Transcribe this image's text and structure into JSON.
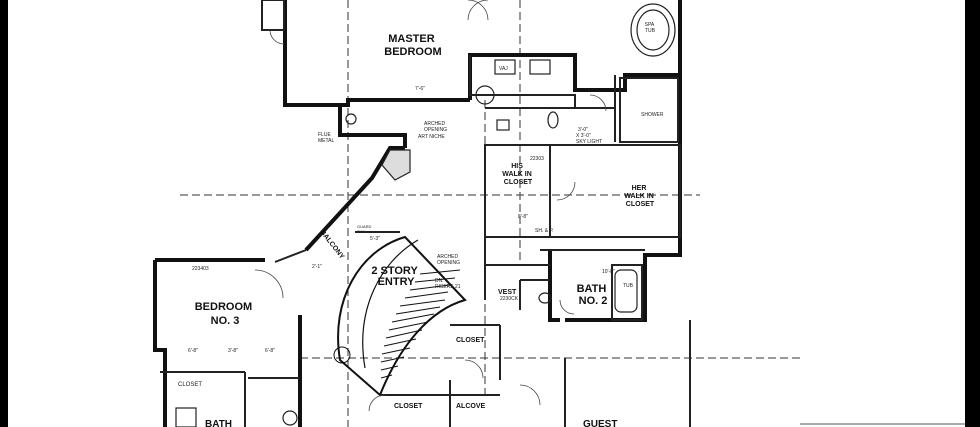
{
  "rooms": {
    "master_bedroom": [
      "MASTER",
      "BEDROOM"
    ],
    "bedroom3": [
      "BEDROOM",
      "NO. 3"
    ],
    "two_story_entry": [
      "2 STORY",
      "ENTRY"
    ],
    "bath2": [
      "BATH",
      "NO. 2"
    ],
    "his_closet": [
      "HIS",
      "WALK IN",
      "CLOSET"
    ],
    "her_closet": [
      "HER",
      "WALK IN",
      "CLOSET"
    ],
    "vest": "VEST",
    "closet_a": "CLOSET",
    "closet_b": "CLOSET",
    "closet_c": "CLOSET",
    "alcove": "ALCOVE",
    "bath_bottom": "BATH",
    "guest": "GUEST",
    "balcony": "BALCONY"
  },
  "notes": {
    "spa_tub": [
      "SPA",
      "TUB"
    ],
    "shower": "SHOWER",
    "sky_light": [
      "3'-0\"",
      "X 3'-0\"",
      "SKY LIGHT"
    ],
    "arched_opening_top": [
      "ARCHED",
      "OPENING"
    ],
    "art_niche": "ART NICHE",
    "arched_opening_mid": [
      "ARCHED",
      "OPENING"
    ],
    "flue_metal": [
      "FLUE",
      "METAL"
    ],
    "guard_rail": [
      "GUARD",
      "RAIL"
    ],
    "risers": [
      "DN.",
      "RISERS 21"
    ],
    "sh_p": "SH. & P.",
    "vaj": "VAJ",
    "tub": "TUB",
    "door_codes": [
      "22303",
      "2230CK",
      "223403"
    ]
  },
  "dims": [
    "6'-8\"",
    "3'-8\"",
    "6'-8\"",
    "10'-8\"",
    "2'-1\"",
    "5'-3\"",
    "8'-8\"",
    "7'-6\""
  ]
}
